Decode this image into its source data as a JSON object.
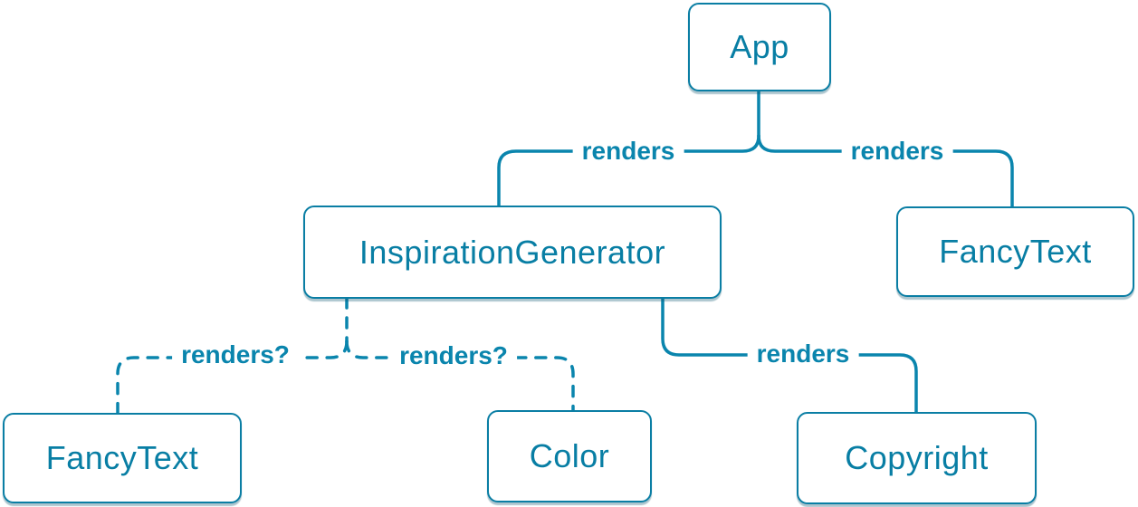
{
  "diagram": {
    "type": "tree",
    "background": "#ffffff",
    "accent_text_color": "#087ea4",
    "line_color": "#0a85ad",
    "node_fill": "#ffffff",
    "nodes": [
      {
        "id": "app",
        "label": "App"
      },
      {
        "id": "inspiration-generator",
        "label": "InspirationGenerator"
      },
      {
        "id": "fancytext-top",
        "label": "FancyText"
      },
      {
        "id": "fancytext-bottom",
        "label": "FancyText"
      },
      {
        "id": "color",
        "label": "Color"
      },
      {
        "id": "copyright",
        "label": "Copyright"
      }
    ],
    "edges": [
      {
        "from": "App",
        "to": "InspirationGenerator",
        "label": "renders",
        "style": "solid"
      },
      {
        "from": "App",
        "to": "FancyText",
        "label": "renders",
        "style": "solid"
      },
      {
        "from": "InspirationGenerator",
        "to": "FancyText",
        "label": "renders?",
        "style": "dashed"
      },
      {
        "from": "InspirationGenerator",
        "to": "Color",
        "label": "renders?",
        "style": "dashed"
      },
      {
        "from": "InspirationGenerator",
        "to": "Copyright",
        "label": "renders",
        "style": "solid"
      }
    ]
  }
}
